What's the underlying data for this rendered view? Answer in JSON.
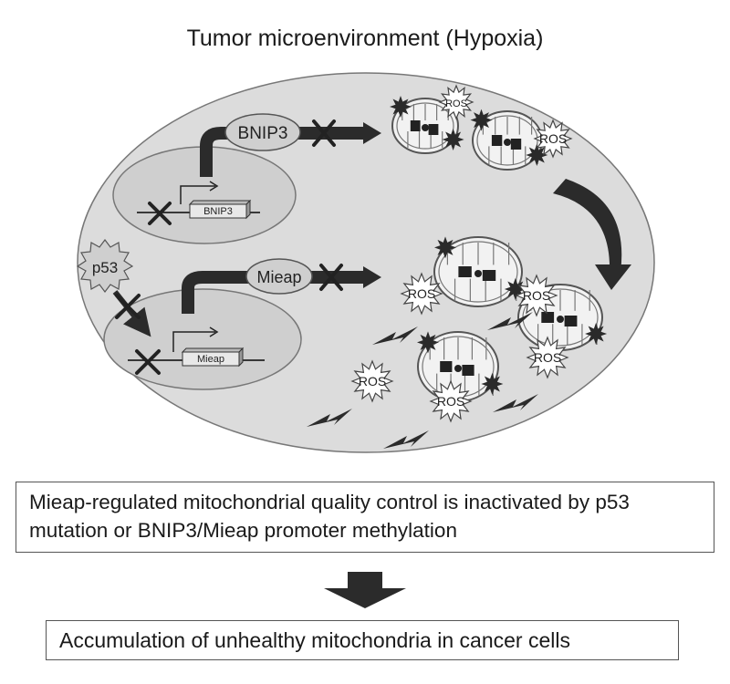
{
  "title": "Tumor microenvironment (Hypoxia)",
  "labels": {
    "bnip3_protein": "BNIP3",
    "bnip3_gene": "BNIP3",
    "mieap_protein": "Mieap",
    "mieap_gene": "Mieap",
    "p53": "p53",
    "ros": "ROS"
  },
  "summary_box": "Mieap-regulated mitochondrial quality control is inactivated by p53 mutation or BNIP3/Mieap promoter methylation",
  "conclusion_box": "Accumulation of unhealthy mitochondria in cancer cells",
  "colors": {
    "cell_fill": "#dcdcdc",
    "nucleus_fill": "#cfcfcf",
    "arrow": "#2b2b2b",
    "mito_fill": "#f2f2f2",
    "ros_fill": "#ffffff"
  }
}
